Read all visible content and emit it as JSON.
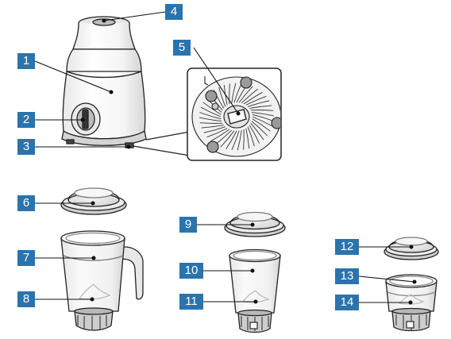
{
  "callouts": [
    {
      "id": "c1",
      "label": "1"
    },
    {
      "id": "c2",
      "label": "2"
    },
    {
      "id": "c3",
      "label": "3"
    },
    {
      "id": "c4",
      "label": "4"
    },
    {
      "id": "c5",
      "label": "5"
    },
    {
      "id": "c6",
      "label": "6"
    },
    {
      "id": "c7",
      "label": "7"
    },
    {
      "id": "c8",
      "label": "8"
    },
    {
      "id": "c9",
      "label": "9"
    },
    {
      "id": "c10",
      "label": "10"
    },
    {
      "id": "c11",
      "label": "11"
    },
    {
      "id": "c12",
      "label": "12"
    },
    {
      "id": "c13",
      "label": "13"
    },
    {
      "id": "c14",
      "label": "14"
    }
  ],
  "colors": {
    "callout_fill": "#2b73ad",
    "callout_text": "#ffffff",
    "line": "#222222",
    "shade": "#dcdcdc"
  }
}
